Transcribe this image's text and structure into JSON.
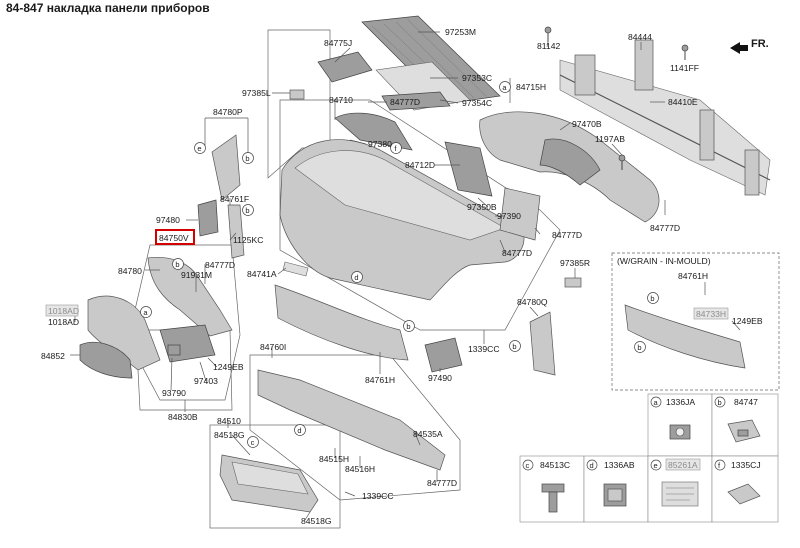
{
  "title": "84-847 накладка панели приборов",
  "direction_label": "FR.",
  "grain_box_title": "(W/GRAIN - IN-MOULD)",
  "labels": {
    "p97253M": "97253M",
    "p84775J": "84775J",
    "p97353C": "97353C",
    "p84715H": "84715H",
    "p97354C": "97354C",
    "p97385L": "97385L",
    "p84710": "84710",
    "p84777D_top": "84777D",
    "p84780P": "84780P",
    "p97380": "97380",
    "p84712D": "84712D",
    "p81142": "81142",
    "p84444": "84444",
    "p1141FF": "1141FF",
    "p84410E": "84410E",
    "p97470B": "97470B",
    "p1197AB": "1197AB",
    "p84777D_right": "84777D",
    "p84761F": "84761F",
    "p97480": "97480",
    "p84750V": "84750V",
    "p1125KC": "1125KC",
    "p97350B": "97350B",
    "p97390": "97390",
    "p84777D_mid": "84777D",
    "p84777D_low": "84777D",
    "p84780": "84780",
    "p84777D_left": "84777D",
    "p91931M": "91931M",
    "p84741A": "84741A",
    "p97385R": "97385R",
    "p84780Q": "84780Q",
    "p1018AD_grey": "1018AD",
    "p1018AD": "1018AD",
    "p84852": "84852",
    "p1249EB_left": "1249EB",
    "p97403": "97403",
    "p93790": "93790",
    "p84830B": "84830B",
    "p1339CC_mid": "1339CC",
    "p97490": "97490",
    "p84761H": "84761H",
    "p84760I": "84760I",
    "p84510": "84510",
    "p84518G_top": "84518G",
    "p84535A": "84535A",
    "p84515H": "84515H",
    "p84516H": "84516H",
    "p84777D_bottom": "84777D",
    "p1339CC_bottom": "1339CC",
    "p84518G_bottom": "84518G",
    "p84761H_box": "84761H",
    "p84733H": "84733H",
    "p1249EB_box": "1249EB"
  },
  "legend": [
    {
      "letter": "a",
      "code": "1336JA",
      "greyed": false
    },
    {
      "letter": "b",
      "code": "84747",
      "greyed": false
    },
    {
      "letter": "c",
      "code": "84513C",
      "greyed": false
    },
    {
      "letter": "d",
      "code": "1336AB",
      "greyed": false
    },
    {
      "letter": "e",
      "code": "85261A",
      "greyed": true
    },
    {
      "letter": "f",
      "code": "1335CJ",
      "greyed": false
    }
  ],
  "callout_letters": [
    "a",
    "b",
    "c",
    "d",
    "e",
    "f"
  ],
  "colors": {
    "highlight": "#d40000",
    "part_fill": "#c9c9c9",
    "greyed_label_box": "#e6e6e6"
  }
}
